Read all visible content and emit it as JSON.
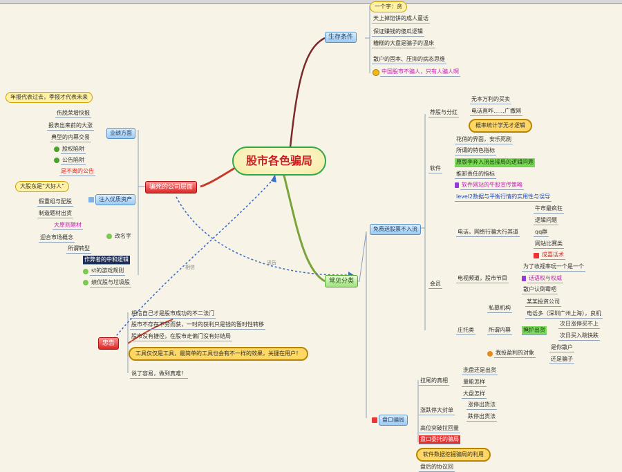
{
  "root": {
    "title": "股市各色骗局"
  },
  "branches": {
    "survival": "生存条件",
    "scam": "骗死的公司层面",
    "common": "常见分类",
    "advice": "忠告"
  },
  "survival_items": [
    "一个字：贪",
    "天上掉馅饼的成人童话",
    "保证赚钱的傻瓜逻辑",
    "糟糕的大盘是骗子的温床",
    "散户的固本、压抑的病态思维",
    "中国股市不骗人，只有人骗人啊"
  ],
  "scam_items": {
    "top_note": "年报代表过去，季报才代表未来",
    "earnings": "业绩方面",
    "earnings_children": [
      "伤脱荣增快报",
      "报表出来前的大涨",
      "典型的内幕交易",
      "股权陷阱",
      "公告陷阱",
      "是不离的公告"
    ],
    "big_shareholder": "大股东是“大好人”",
    "inject": "注入优质资产",
    "inject_children": [
      "假重组与配股",
      "制造题材出货"
    ],
    "hot_topic": "大原则题材",
    "concept": "迎合市场概念",
    "rename": "改名字",
    "transfer": "所谓转型",
    "rarest": "作弊者的中和逻辑",
    "st": "st的游戏规则",
    "quality": "绩优股与垃圾股"
  },
  "advice_items": [
    "相信自己才是股市成功的不二法门",
    "股市不存在不劳而获，一时的获利只是钱的暂时性转移",
    "股市没有捷径，在股市走偏门没有好结局",
    "工具仅仅是工具，最简单的工具也会有不一样的效果，关键在用户！",
    "说了容易，做到真难！"
  ],
  "common_items": {
    "free": "免费送股票不入流",
    "holding": "荐股与分红",
    "holding_children": [
      "无本万利的买卖",
      "电话直咋……广撒网",
      "概率统计学无才逻辑"
    ],
    "software": "软件",
    "software_children": [
      "花俏的界面，安乐死刷",
      "所谓的特色指标",
      "原版李弃入流出操局的逻辑问题",
      "推卸责任的指标",
      "软件网站的牛股宣传策略",
      "level2数据与平衡行情的实用性与误导"
    ],
    "member": "会员",
    "phone": "电话，网络行骗大行其道",
    "phone_children": [
      "牛市最疯狂",
      "逻辑问题",
      "qq群",
      "网站比赛类",
      "成嘉话术"
    ],
    "tv": "电视频道，股市节目",
    "tv_children": [
      "为了收视率玩一个是一个",
      "话语权与权威",
      "散户认倒霉吧"
    ],
    "trust": "庄托类",
    "agency": "私募机构",
    "agency_children": [
      "某某投资公司",
      "电话多（深圳广州上海），良机"
    ],
    "insider": "所谓内幕",
    "protect": "掩护出货",
    "protect_children": [
      "次日涨停买不上",
      "次日买入跳快跌"
    ],
    "profit": "我投盈利的对象",
    "profit_children": [
      "是你散户",
      "还是骗子"
    ],
    "trap": "盘口骗局",
    "pull": "拉尾的真相",
    "pull_children": [
      "洗盘还是出货",
      "量能怎样",
      "大盘怎样"
    ],
    "limit": "涨跌停大封单",
    "limit_children": [
      "涨停出货法",
      "跌停出货法"
    ],
    "high": "高位突破拉回量",
    "order": "盘口委托的骗局",
    "mined": "软件数据挖掘骗局的利用",
    "last": "盘后的协议回"
  },
  "link_labels": {
    "a": "相信",
    "b": "忠告"
  },
  "colors": {
    "root_border": "#2ca84b",
    "survival_line": "#7a2a2a",
    "scam_line": "#c23b2b",
    "common_line": "#7aa43a",
    "advice_line": "#c23b2b"
  }
}
